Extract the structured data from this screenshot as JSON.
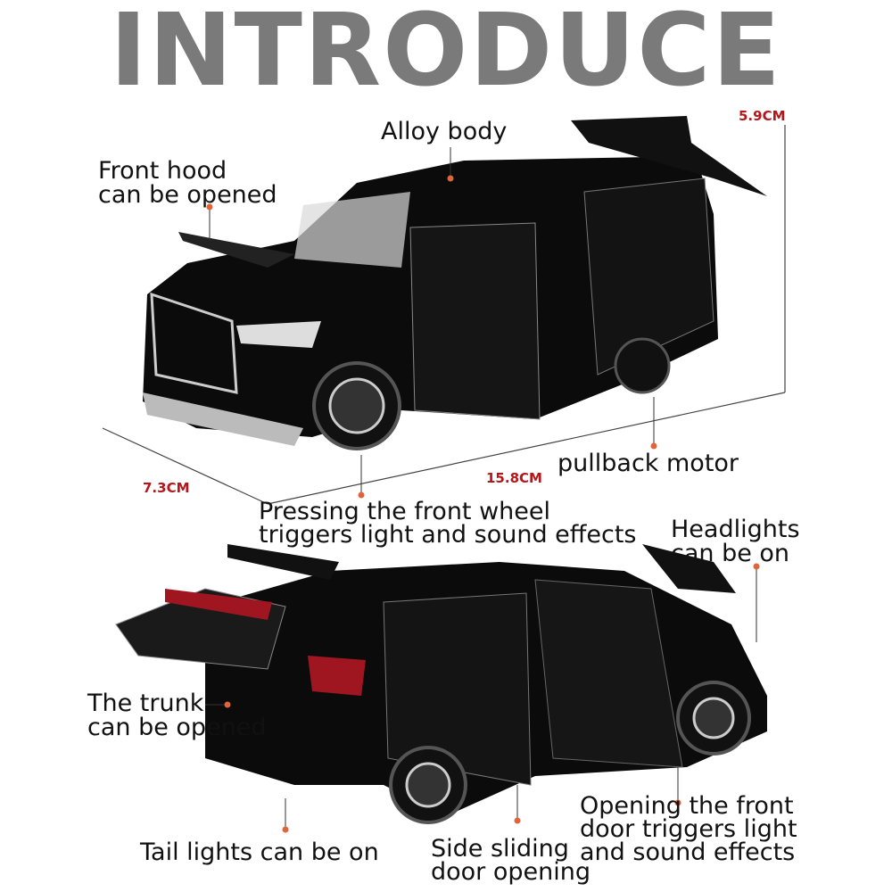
{
  "title": "INTRODUCE",
  "dimensions": {
    "height": "5.9CM",
    "length": "15.8CM",
    "width": "7.3CM"
  },
  "features": {
    "alloy_body": "Alloy body",
    "front_hood": [
      "Front hood",
      "can be opened"
    ],
    "pullback_motor": "pullback motor",
    "front_wheel": [
      "Pressing the front wheel",
      "triggers light and sound effects"
    ],
    "headlights": [
      "Headlights",
      "can be on"
    ],
    "trunk": [
      "The trunk",
      "can be opened"
    ],
    "tail_lights": "Tail lights can be on",
    "sliding_door": [
      "Side sliding",
      "door opening"
    ],
    "front_door": [
      "Opening the front",
      "door triggers light",
      "and sound effects"
    ]
  },
  "colors": {
    "title": "#7a7a7a",
    "dimension_text": "#b3161b",
    "marker": "#e0643a",
    "car_body": "#0b0b0b"
  }
}
